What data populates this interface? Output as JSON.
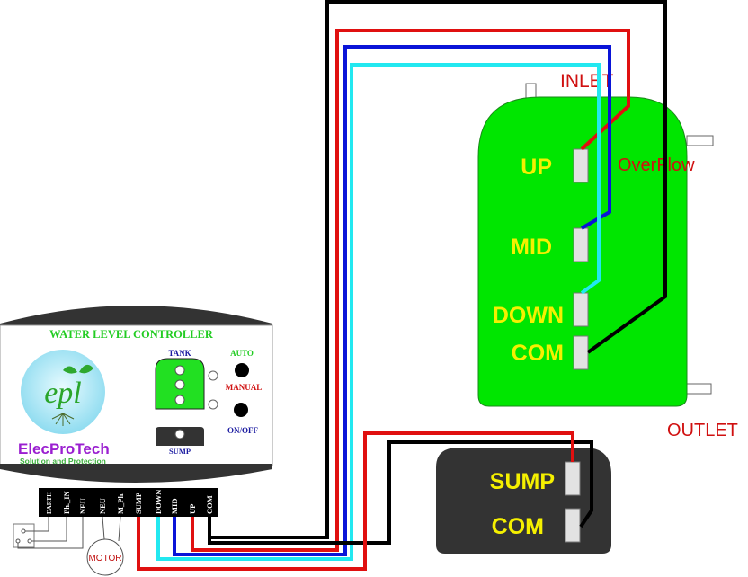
{
  "diagram": {
    "title": "Water Level Controller Wiring Diagram",
    "controller": {
      "header": "WATER LEVEL CONTROLLER",
      "brand": "ElecProTech",
      "tagline": "Solution and Protection",
      "logo_text": "epl",
      "tank_label": "TANK",
      "sump_label": "SUMP",
      "auto_label": "AUTO",
      "manual_label": "MANUAL",
      "onoff_label": "ON/OFF",
      "terminals": [
        "EARTH",
        "Ph._IN",
        "NEU",
        "NEU",
        "M_Ph.",
        "SUMP",
        "DOWN",
        "MID",
        "UP",
        "COM"
      ]
    },
    "motor_label": "MOTOR",
    "tank": {
      "inlet_label": "INLET",
      "overflow_label": "OverFlow",
      "outlet_label": "OUTLET",
      "probes": [
        "UP",
        "MID",
        "DOWN",
        "COM"
      ]
    },
    "sump": {
      "probes": [
        "SUMP",
        "COM"
      ]
    },
    "wires": [
      {
        "name": "UP",
        "color": "#e01010"
      },
      {
        "name": "MID",
        "color": "#0a14d8"
      },
      {
        "name": "DOWN",
        "color": "#22e8f0"
      },
      {
        "name": "COM",
        "color": "#000000"
      },
      {
        "name": "SUMP",
        "color": "#e01010"
      },
      {
        "name": "SUMP-COM",
        "color": "#000000"
      }
    ],
    "colors": {
      "tank_fill": "#00e600",
      "probe_label": "#f5f000",
      "sump_box": "#333333",
      "label_red": "#d01010",
      "header_green": "#22cc22",
      "nav_blue": "#1a1aa0",
      "brand_purple": "#9a1fd0"
    }
  }
}
